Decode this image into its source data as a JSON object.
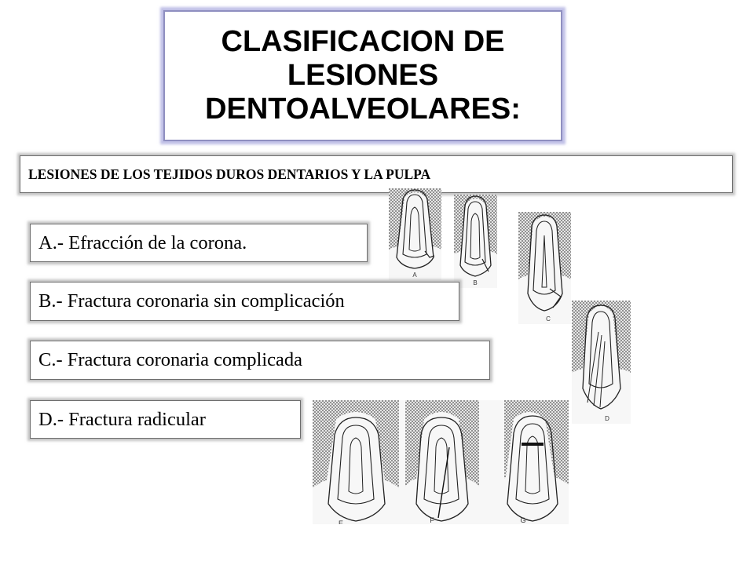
{
  "title": {
    "line1": "CLASIFICACION DE",
    "line2": "LESIONES",
    "line3": "DENTOALVEOLARES:"
  },
  "subtitle": "LESIONES DE LOS TEJIDOS DUROS DENTARIOS Y LA PULPA",
  "items": [
    {
      "label": "A.- Efracción de la corona."
    },
    {
      "label": "B.- Fractura coronaria sin complicación"
    },
    {
      "label": "C.- Fractura coronaria complicada"
    },
    {
      "label": "D.- Fractura radicular"
    }
  ],
  "figures": [
    {
      "letter": "A"
    },
    {
      "letter": "B"
    },
    {
      "letter": "C"
    },
    {
      "letter": "D"
    },
    {
      "letter": "E"
    },
    {
      "letter": "F"
    },
    {
      "letter": "G"
    }
  ]
}
